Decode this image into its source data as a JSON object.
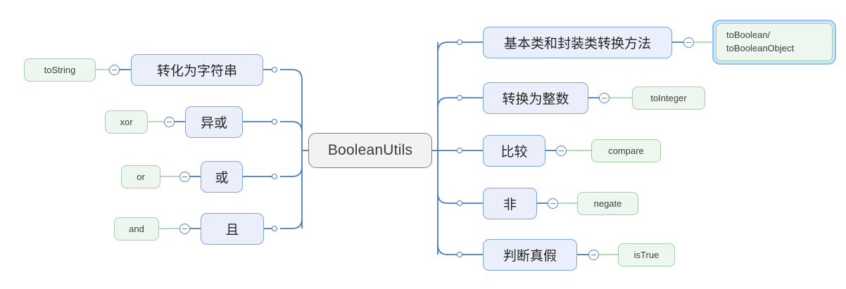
{
  "diagram": {
    "type": "mindmap",
    "title": "BooleanUtils",
    "background": "#ffffff",
    "colors": {
      "root_fill": "#f2f2f2",
      "root_border": "#7e7e7e",
      "branch_fill": "#eaeffb",
      "branch_border": "#7ba7dd",
      "leaf_fill": "#eef7ef",
      "leaf_border": "#a2cfa4",
      "connector_blue": "#4a7ebb",
      "connector_green": "#9ecfa0",
      "selection_ring": "#8fc3f0"
    }
  },
  "root": {
    "label": "BooleanUtils"
  },
  "left_branches": [
    {
      "label": "转化为字符串",
      "leaf": "toString",
      "toggle": "collapse-toggle"
    },
    {
      "label": "异或",
      "leaf": "xor",
      "toggle": "collapse-toggle"
    },
    {
      "label": "或",
      "leaf": "or",
      "toggle": "collapse-toggle"
    },
    {
      "label": "且",
      "leaf": "and",
      "toggle": "collapse-toggle"
    }
  ],
  "right_branches": [
    {
      "label": "基本类和封装类转换方法",
      "leaf": "toBoolean/\ntoBooleanObject",
      "toggle": "collapse-toggle",
      "selected": true
    },
    {
      "label": "转换为整数",
      "leaf": "toInteger",
      "toggle": "collapse-toggle",
      "selected": false
    },
    {
      "label": "比较",
      "leaf": "compare",
      "toggle": "collapse-toggle",
      "selected": false
    },
    {
      "label": "非",
      "leaf": "negate",
      "toggle": "collapse-toggle",
      "selected": false
    },
    {
      "label": "判断真假",
      "leaf": "isTrue",
      "toggle": "collapse-toggle",
      "selected": false
    }
  ]
}
